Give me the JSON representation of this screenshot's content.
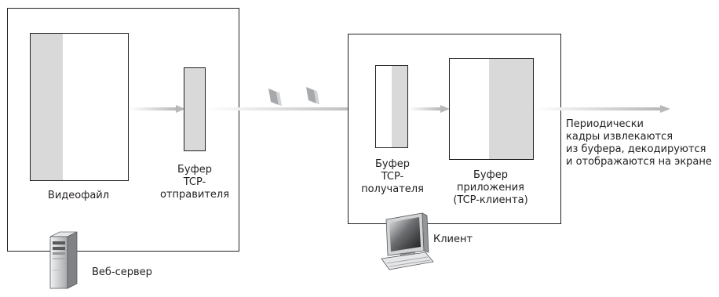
{
  "server": {
    "video_file_label": "Видеофайл",
    "sender_buffer_label": [
      "Буфер",
      "TCP-",
      "отправителя"
    ],
    "server_label": "Веб-сервер"
  },
  "client": {
    "receiver_buffer_label": [
      "Буфер",
      "TCP-",
      "получателя"
    ],
    "app_buffer_label": [
      "Буфер",
      "приложения",
      "(TCP-клиента)"
    ],
    "client_label": "Клиент"
  },
  "note": [
    "Периодически",
    "кадры извлекаются",
    "из буфера, декодируются",
    "и отображаются на экране"
  ],
  "colors": {
    "outline": "#231f20",
    "fill_gray": "#d9d9da",
    "arrow_gray": "#b7b8ba",
    "packet_dark": "#a7a9ac",
    "packet_light": "#d1d3d4"
  }
}
